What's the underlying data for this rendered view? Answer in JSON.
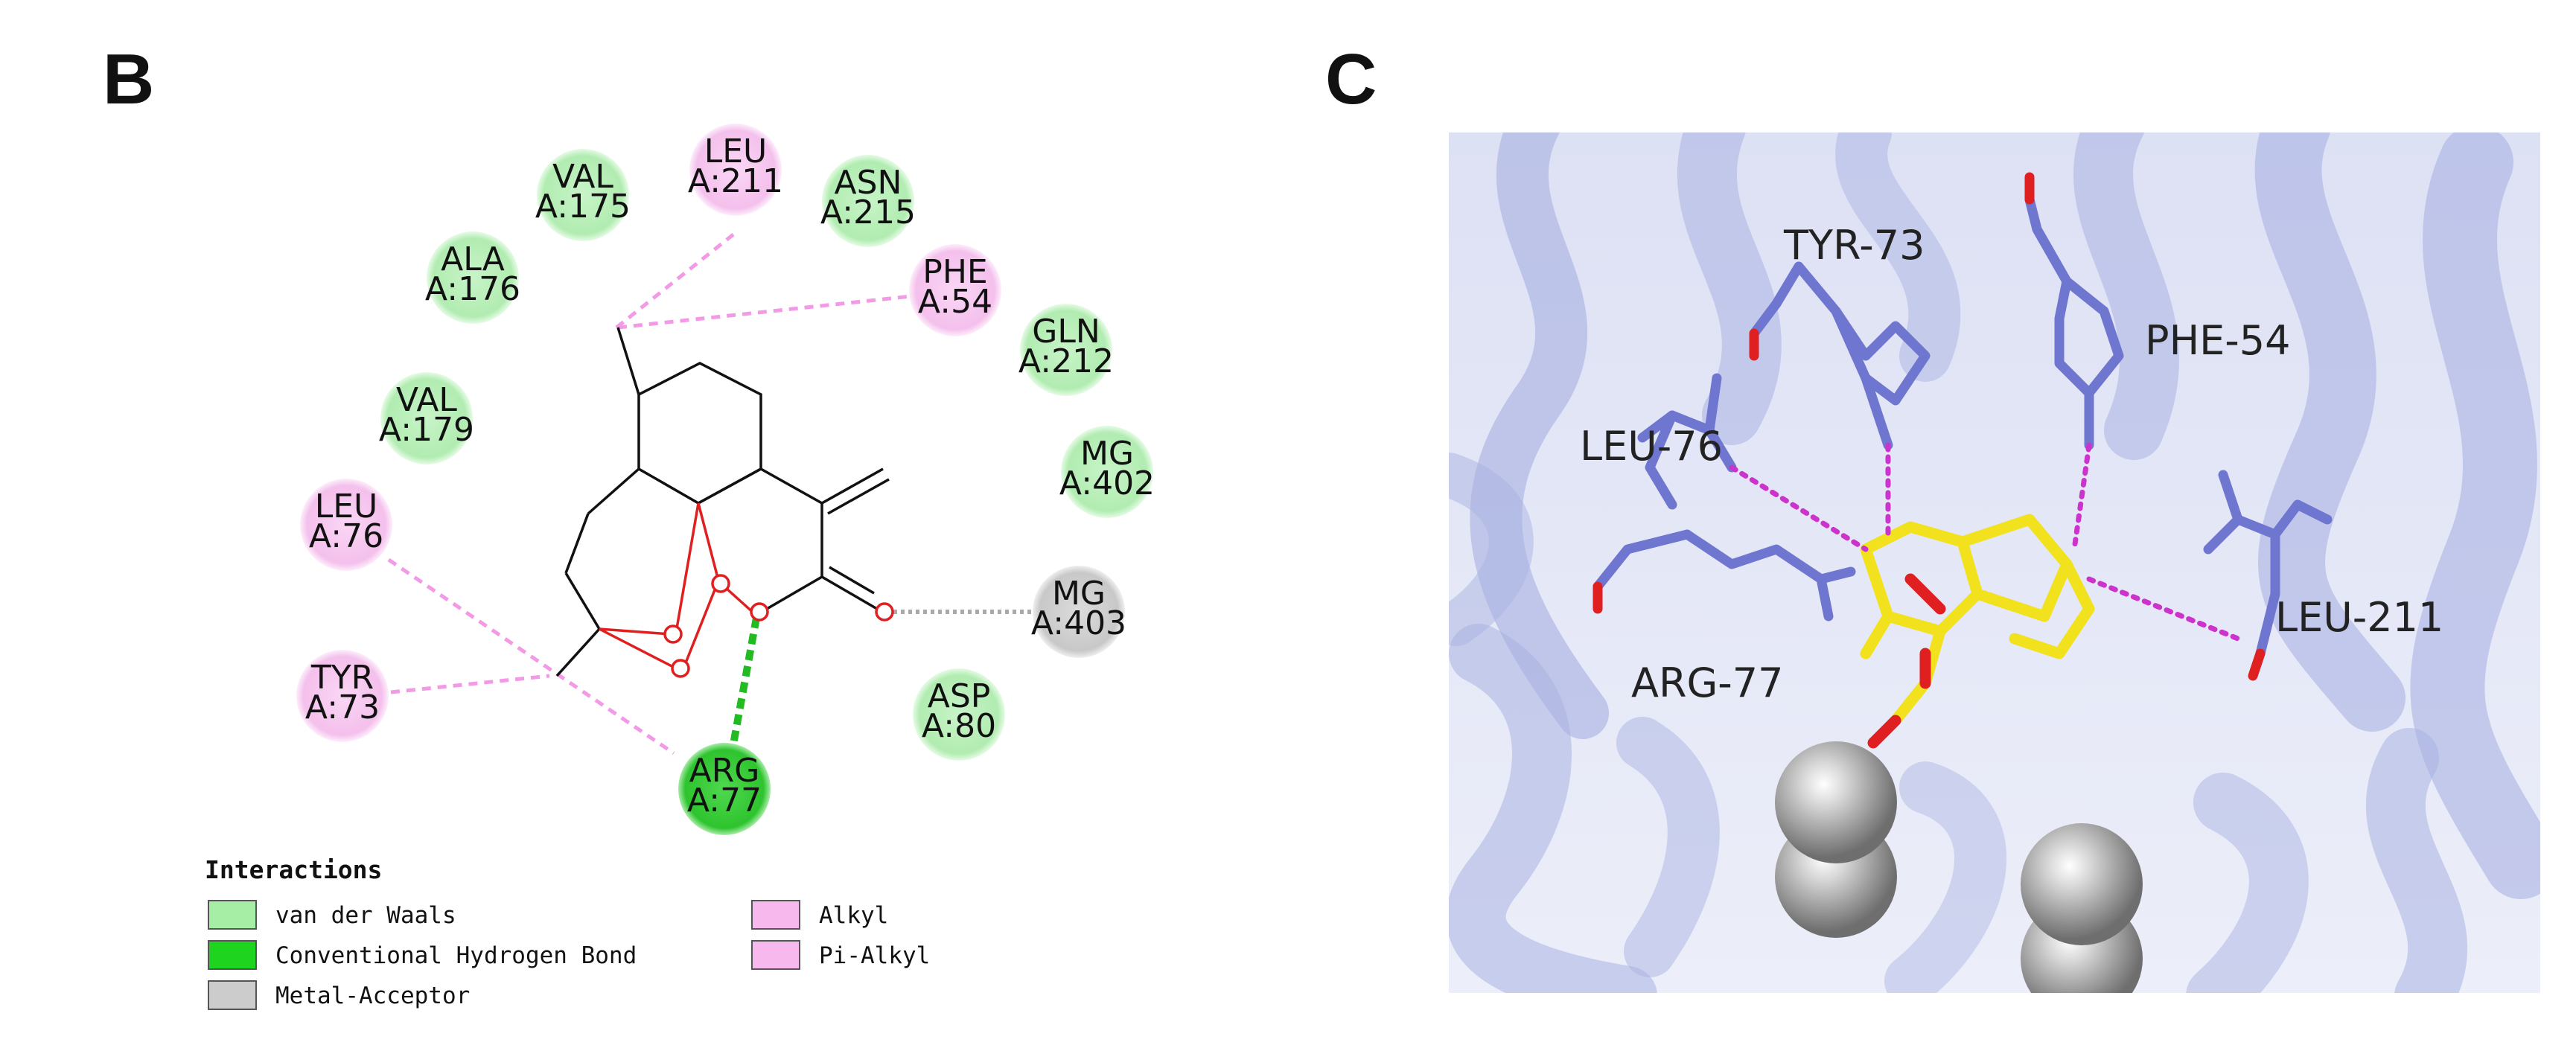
{
  "panel_b": {
    "label": "B",
    "residues": [
      {
        "id": "val175",
        "name": "VAL",
        "num": "A:175",
        "type": "vdw"
      },
      {
        "id": "leu211",
        "name": "LEU",
        "num": "A:211",
        "type": "alkyl"
      },
      {
        "id": "asn215",
        "name": "ASN",
        "num": "A:215",
        "type": "vdw"
      },
      {
        "id": "ala176",
        "name": "ALA",
        "num": "A:176",
        "type": "vdw"
      },
      {
        "id": "phe54",
        "name": "PHE",
        "num": "A:54",
        "type": "alkyl"
      },
      {
        "id": "gln212",
        "name": "GLN",
        "num": "A:212",
        "type": "vdw"
      },
      {
        "id": "val179",
        "name": "VAL",
        "num": "A:179",
        "type": "vdw"
      },
      {
        "id": "mg402",
        "name": "MG",
        "num": "A:402",
        "type": "vdw"
      },
      {
        "id": "leu76",
        "name": "LEU",
        "num": "A:76",
        "type": "alkyl"
      },
      {
        "id": "mg403",
        "name": "MG",
        "num": "A:403",
        "type": "metal"
      },
      {
        "id": "tyr73",
        "name": "TYR",
        "num": "A:73",
        "type": "alkyl"
      },
      {
        "id": "asp80",
        "name": "ASP",
        "num": "A:80",
        "type": "vdw"
      },
      {
        "id": "arg77",
        "name": "ARG",
        "num": "A:77",
        "type": "hbond"
      }
    ],
    "legend": {
      "title": "Interactions",
      "items": [
        {
          "label": "van der Waals",
          "color": "#a6eea6"
        },
        {
          "label": "Conventional Hydrogen Bond",
          "color": "#1ed41e"
        },
        {
          "label": "Metal-Acceptor",
          "color": "#cccccc"
        },
        {
          "label": "Alkyl",
          "color": "#f7b8ee"
        },
        {
          "label": "Pi-Alkyl",
          "color": "#f7b8ee"
        }
      ]
    },
    "colors": {
      "vdw": "#b5eeb5",
      "hbond": "#33cc33",
      "alkyl": "#f6c6f0",
      "metal": "#cfcfcf",
      "oxygen": "#e02020",
      "hbond_line": "#22bb22",
      "alkyl_line": "#f29ae6",
      "metal_line": "#aaaaaa"
    }
  },
  "panel_c": {
    "label": "C",
    "residue_labels": [
      "TYR-73",
      "PHE-54",
      "LEU-76",
      "LEU-211",
      "ARG-77"
    ],
    "colors": {
      "background": "#e7eaf7",
      "helix": "#aab3e2",
      "residue_stick": "#6f76cf",
      "ligand": "#f2e21e",
      "contact": "#cc33cc",
      "oxygen": "#e02020",
      "metal_sphere": "#aaaaaa"
    }
  }
}
